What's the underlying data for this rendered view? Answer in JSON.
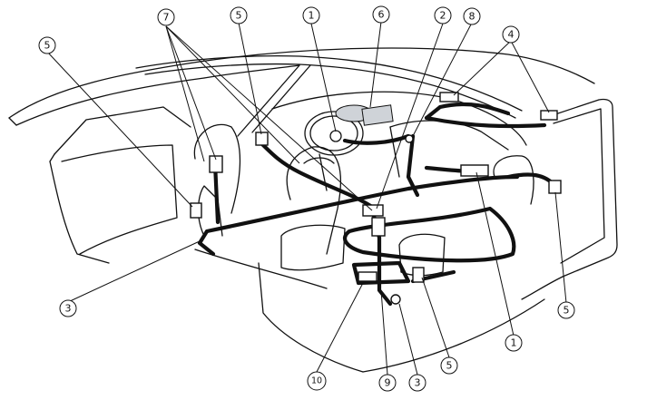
{
  "callouts": [
    {
      "id": "c1-top",
      "label": "1"
    },
    {
      "id": "c2",
      "label": "2"
    },
    {
      "id": "c3-left",
      "label": "3"
    },
    {
      "id": "c3-bottom",
      "label": "3"
    },
    {
      "id": "c4",
      "label": "4"
    },
    {
      "id": "c5-left",
      "label": "5"
    },
    {
      "id": "c5-top",
      "label": "5"
    },
    {
      "id": "c5-right",
      "label": "5"
    },
    {
      "id": "c5-bottom",
      "label": "5"
    },
    {
      "id": "c6",
      "label": "6"
    },
    {
      "id": "c7",
      "label": "7"
    },
    {
      "id": "c8",
      "label": "8"
    },
    {
      "id": "c9",
      "label": "9"
    },
    {
      "id": "c10",
      "label": "10"
    },
    {
      "id": "c1-bottom",
      "label": "1"
    }
  ]
}
